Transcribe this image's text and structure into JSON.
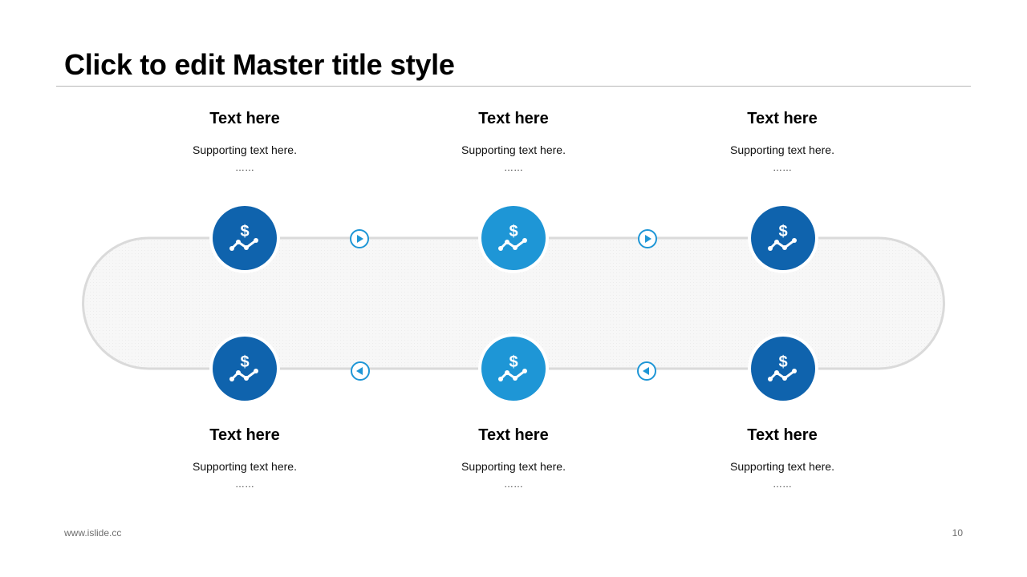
{
  "slide": {
    "title": "Click to edit Master title style",
    "footer_url": "www.islide.cc",
    "page_number": "10"
  },
  "colors": {
    "dark_blue": "#0f63ad",
    "light_blue": "#1e96d6",
    "track": "#dadada",
    "track_fill": "#f4f4f4",
    "arrow": "#1e96d6"
  },
  "steps": [
    {
      "heading": "Text here",
      "body": "Supporting text here.",
      "ellipsis": "……",
      "icon": "dollar-trend-icon",
      "tone": "dark"
    },
    {
      "heading": "Text here",
      "body": "Supporting text here.",
      "ellipsis": "……",
      "icon": "dollar-trend-icon",
      "tone": "light"
    },
    {
      "heading": "Text here",
      "body": "Supporting text here.",
      "ellipsis": "……",
      "icon": "dollar-trend-icon",
      "tone": "dark"
    },
    {
      "heading": "Text here",
      "body": "Supporting text here.",
      "ellipsis": "……",
      "icon": "dollar-trend-icon",
      "tone": "dark"
    },
    {
      "heading": "Text here",
      "body": "Supporting text here.",
      "ellipsis": "……",
      "icon": "dollar-trend-icon",
      "tone": "light"
    },
    {
      "heading": "Text here",
      "body": "Supporting text here.",
      "ellipsis": "……",
      "icon": "dollar-trend-icon",
      "tone": "dark"
    }
  ],
  "connectors": [
    {
      "icon": "play-right-icon",
      "direction": "right"
    },
    {
      "icon": "play-right-icon",
      "direction": "right"
    },
    {
      "icon": "play-left-icon",
      "direction": "left"
    },
    {
      "icon": "play-left-icon",
      "direction": "left"
    }
  ]
}
